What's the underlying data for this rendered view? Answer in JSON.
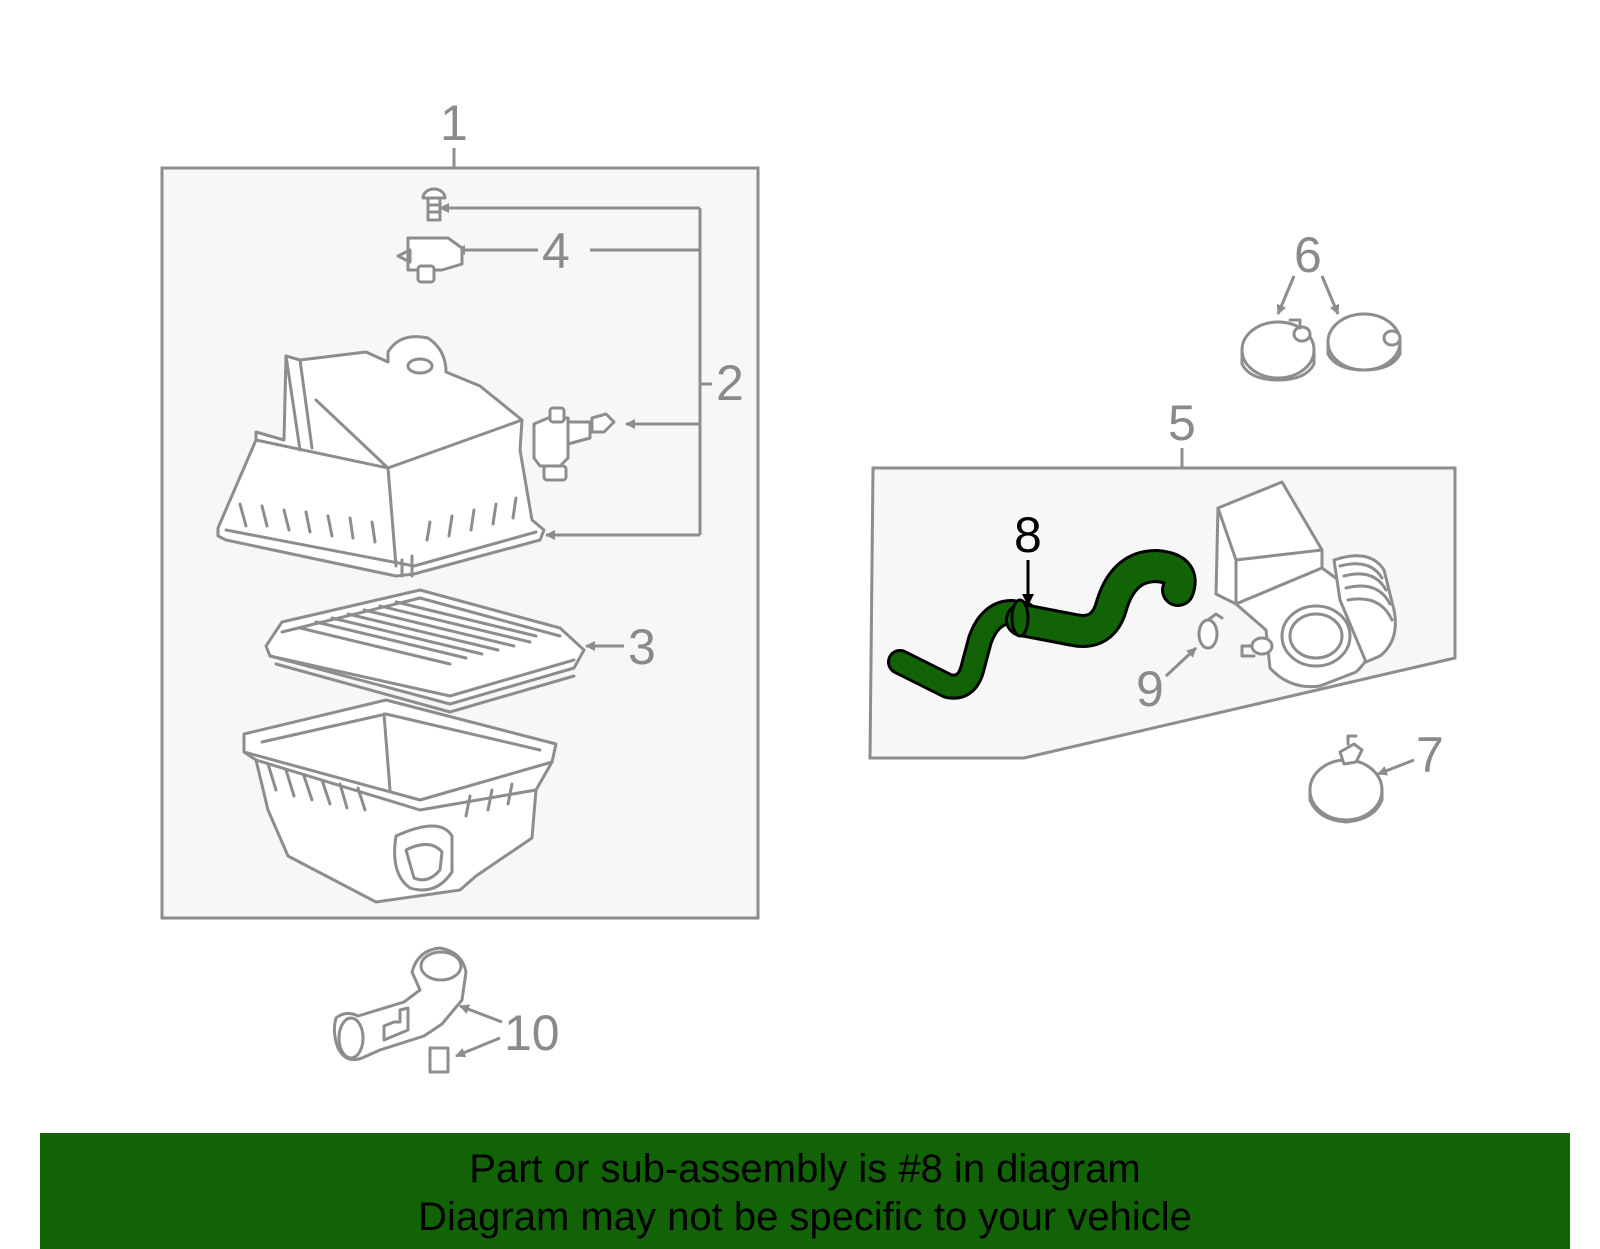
{
  "callouts": {
    "c1": "1",
    "c2": "2",
    "c3": "3",
    "c4": "4",
    "c5": "5",
    "c6": "6",
    "c7": "7",
    "c8": "8",
    "c9": "9",
    "c10": "10"
  },
  "highlight_color": "#116306",
  "banner": {
    "line1": "Part or sub-assembly is #8 in diagram",
    "line2": "Diagram may not be specific to your vehicle"
  }
}
